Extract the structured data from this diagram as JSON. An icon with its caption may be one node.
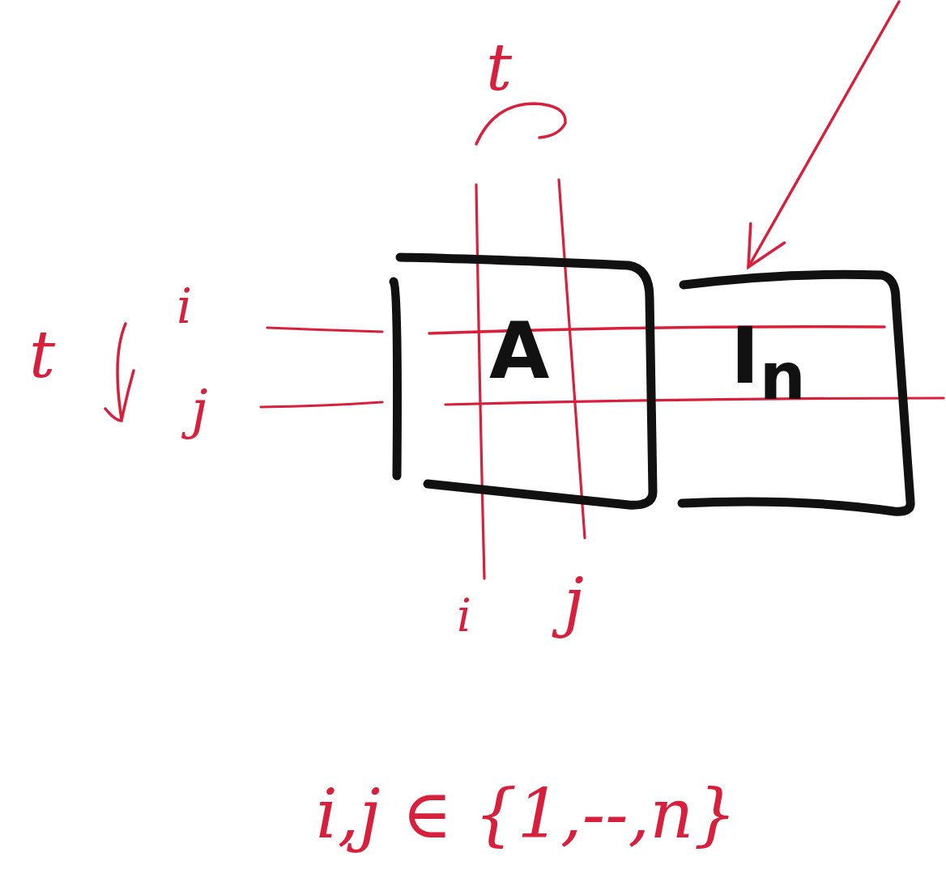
{
  "diagram": {
    "nodes": [
      {
        "text": [
          "A"
        ]
      },
      {
        "text": [
          "I$_{n}$"
        ]
      }
    ],
    "edges": [
      {
        "from": null,
        "to": 1,
        "arrow": "to"
      },
      {
        "from": 0,
        "to": 1,
        "arrow": "none"
      }
    ],
    "labels": [
      "t",
      "t",
      "i",
      "j",
      "i",
      "j",
      "i,j ∈ {1,--,n}"
    ]
  }
}
